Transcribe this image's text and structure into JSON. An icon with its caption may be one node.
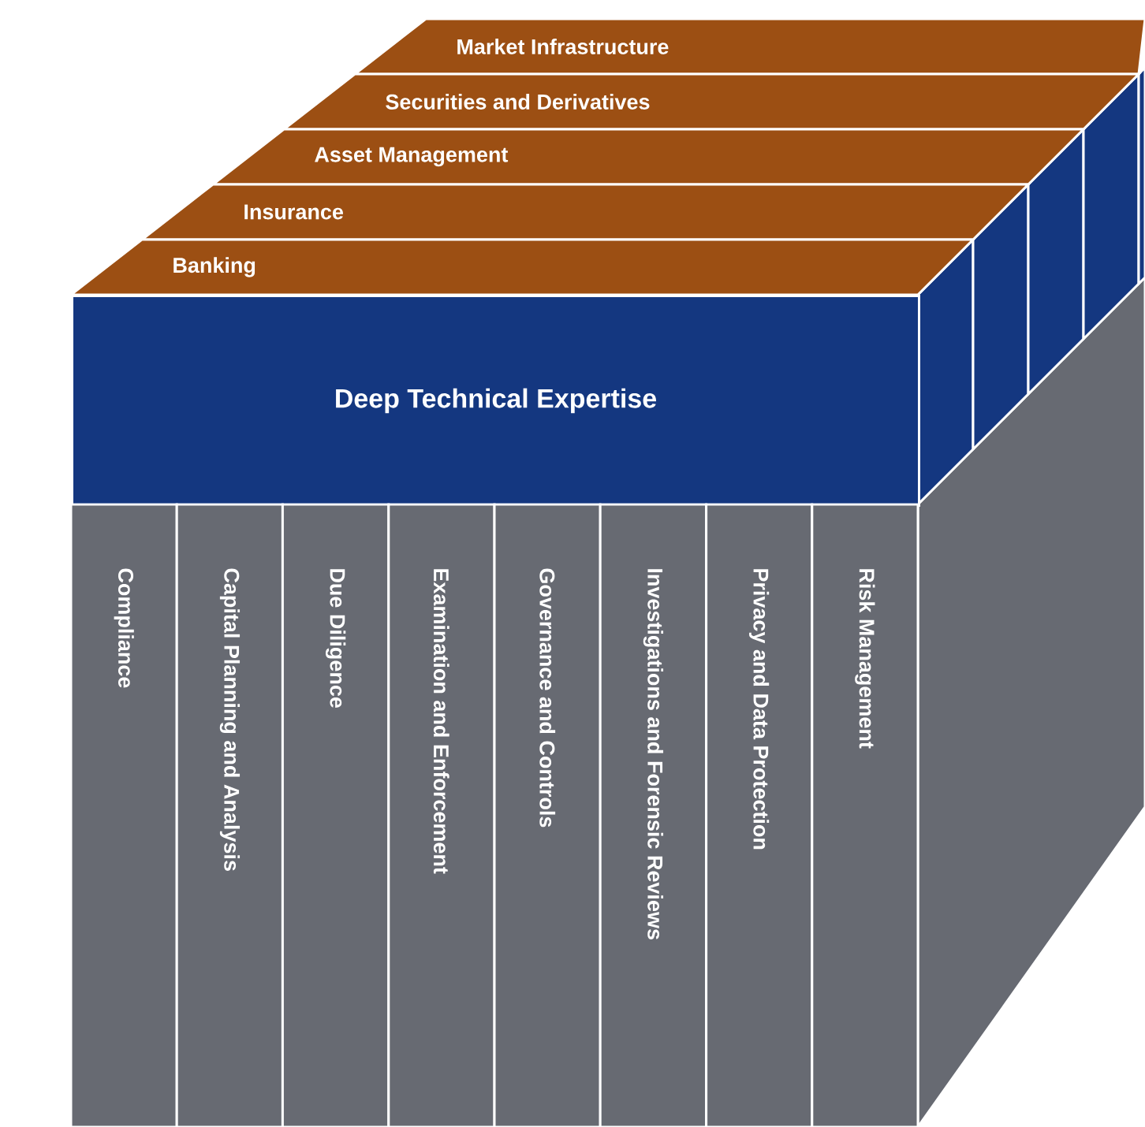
{
  "diagram": {
    "nodes": [
      {
        "text": [
          "Market Infrastructure"
        ]
      },
      {
        "text": [
          "Securities and Derivatives"
        ]
      },
      {
        "text": [
          "Asset Management"
        ]
      },
      {
        "text": [
          "Insurance"
        ]
      },
      {
        "text": [
          "Banking"
        ]
      },
      {
        "text": [
          "Deep Technical Expertise"
        ]
      },
      {
        "text": [
          "Compliance"
        ]
      },
      {
        "text": [
          "Capital Planning and Analysis"
        ]
      },
      {
        "text": [
          "Due Diligence"
        ]
      },
      {
        "text": [
          "Examination and Enforcement"
        ]
      },
      {
        "text": [
          "Governance and Controls"
        ]
      },
      {
        "text": [
          "Investigations and Forensic Reviews"
        ]
      },
      {
        "text": [
          "Privacy and Data Protection"
        ]
      },
      {
        "text": [
          "Risk Management"
        ]
      }
    ]
  }
}
